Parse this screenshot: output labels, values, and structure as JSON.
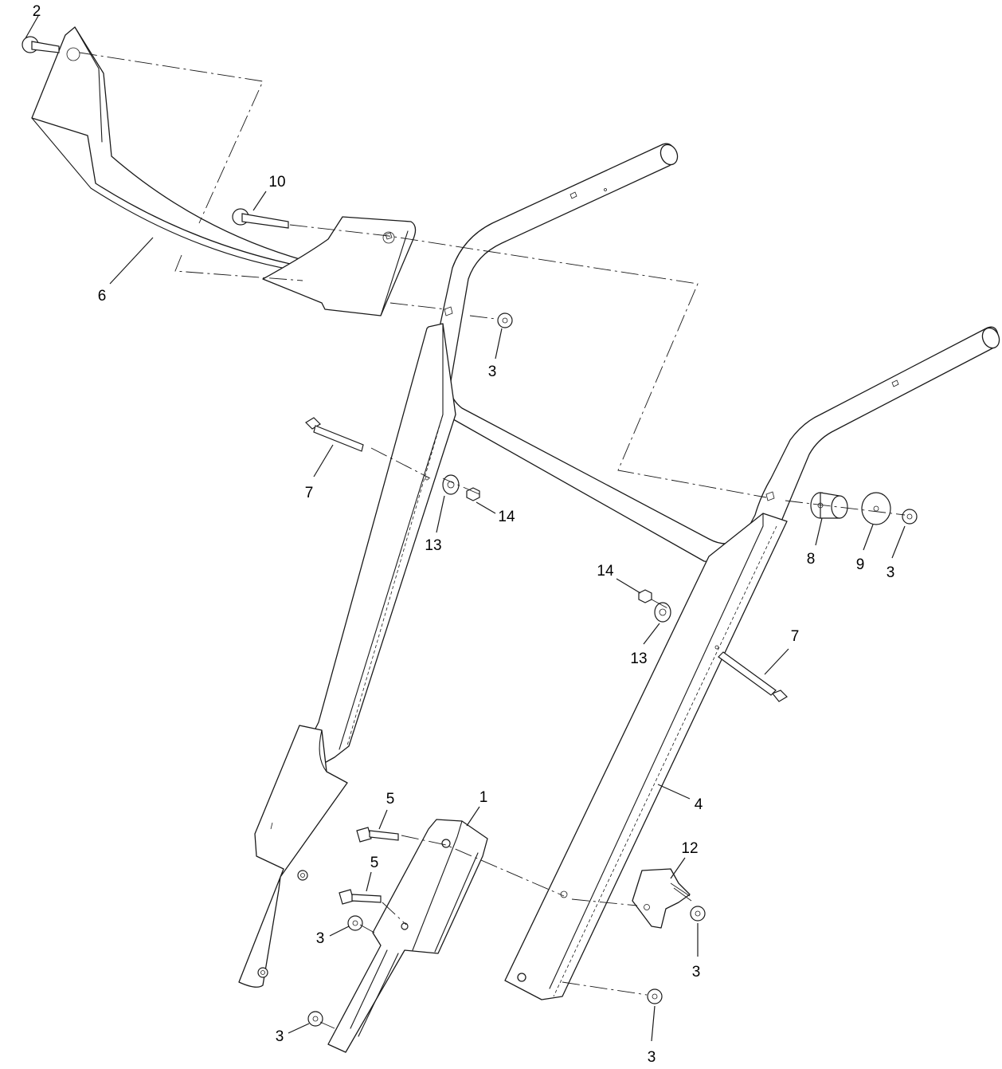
{
  "callouts": [
    {
      "id": "c-2",
      "label": "2"
    },
    {
      "id": "c-10",
      "label": "10"
    },
    {
      "id": "c-6",
      "label": "6"
    },
    {
      "id": "c-3a",
      "label": "3"
    },
    {
      "id": "c-7a",
      "label": "7"
    },
    {
      "id": "c-14a",
      "label": "14"
    },
    {
      "id": "c-13a",
      "label": "13"
    },
    {
      "id": "c-8",
      "label": "8"
    },
    {
      "id": "c-9",
      "label": "9"
    },
    {
      "id": "c-3b",
      "label": "3"
    },
    {
      "id": "c-14b",
      "label": "14"
    },
    {
      "id": "c-13b",
      "label": "13"
    },
    {
      "id": "c-7b",
      "label": "7"
    },
    {
      "id": "c-5a",
      "label": "5"
    },
    {
      "id": "c-1",
      "label": "1"
    },
    {
      "id": "c-4",
      "label": "4"
    },
    {
      "id": "c-12",
      "label": "12"
    },
    {
      "id": "c-5b",
      "label": "5"
    },
    {
      "id": "c-3c",
      "label": "3"
    },
    {
      "id": "c-3d",
      "label": "3"
    },
    {
      "id": "c-3e",
      "label": "3"
    },
    {
      "id": "c-3f",
      "label": "3"
    }
  ]
}
